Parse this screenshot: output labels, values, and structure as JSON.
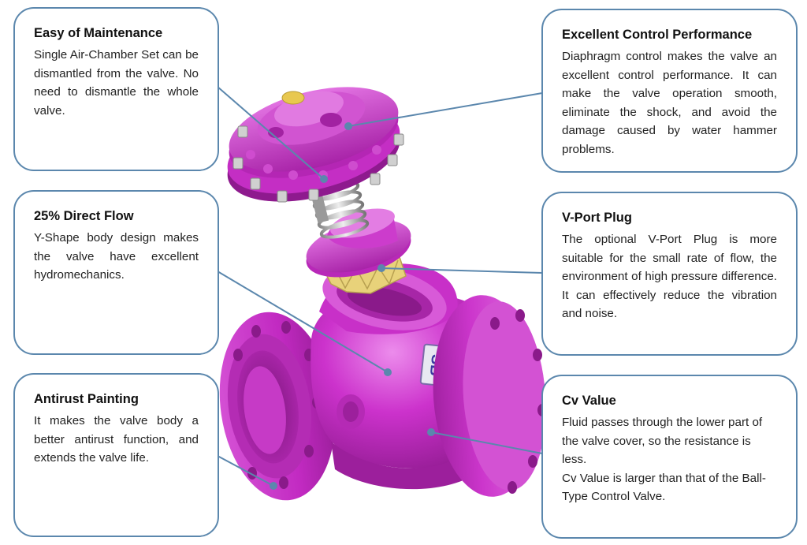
{
  "callouts": {
    "maintenance": {
      "title": "Easy of Maintenance",
      "body": "Single Air-Chamber Set can be dismantled from the valve. No need to dismantle the whole valve."
    },
    "control": {
      "title": "Excellent Control Performance",
      "body": "Diaphragm control makes the valve an excellent control performance. It can make the valve operation smooth, eliminate the shock, and avoid the damage caused by water hammer problems."
    },
    "direct_flow": {
      "title": "25% Direct Flow",
      "body": "Y-Shape body design makes the valve have excellent hydromechanics."
    },
    "vport": {
      "title": "V-Port Plug",
      "body": "The optional V-Port Plug is more suitable for the small rate of flow, the environment of high pressure difference. It can effectively reduce the vibration and noise."
    },
    "antirust": {
      "title": "Antirust Painting",
      "body": "It makes the valve body a better antirust function, and extends the valve life."
    },
    "cv": {
      "title": "Cv Value",
      "body1": "Fluid passes through the lower part of the valve cover, so the resistance is less.",
      "body2": "Cv Value is larger than that of the Ball-Type Control Valve."
    }
  },
  "valve": {
    "logo": "SB"
  },
  "colors": {
    "valve_body": "#c62cc6",
    "valve_highlight": "#e67ae6",
    "valve_shadow": "#8e1a8e",
    "callout_border": "#5b87ad",
    "leader_line": "#5b87ad",
    "plug": "#e8d27a",
    "bolt": "#d4d4d4"
  }
}
